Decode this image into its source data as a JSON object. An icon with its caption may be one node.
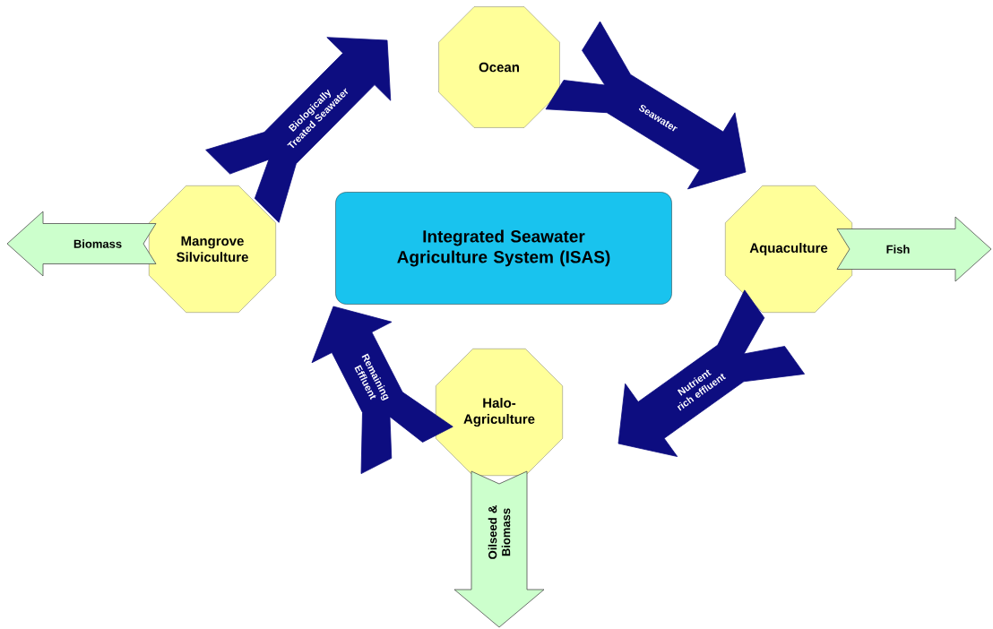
{
  "diagram": {
    "nodes": [
      {
        "text": [
          "Ocean"
        ]
      },
      {
        "text": [
          "Mangrove Silviculture"
        ]
      },
      {
        "text": [
          "Integrated Seawater Agriculture System (ISAS)"
        ]
      },
      {
        "text": [
          "Aquaculture"
        ]
      },
      {
        "text": [
          "Halo- Agriculture"
        ]
      }
    ],
    "edges": [
      {
        "from": 1,
        "to": 0,
        "arrow": "to",
        "label": "Biologically Treated Seawater"
      },
      {
        "from": 0,
        "to": 3,
        "arrow": "to",
        "label": "Seawater"
      },
      {
        "from": 3,
        "to": 4,
        "arrow": "to",
        "label": "Nutrient rich effluent"
      },
      {
        "from": 4,
        "to": 1,
        "arrow": "to",
        "label": "Remaining Effluent"
      },
      {
        "from": 1,
        "to": null,
        "arrow": "to",
        "label": "Biomass",
        "color": "#ccffcc"
      },
      {
        "from": 3,
        "to": null,
        "arrow": "to",
        "label": "Fish",
        "color": "#ccffcc"
      },
      {
        "from": 4,
        "to": null,
        "arrow": "to",
        "label": "Oilseed & Biomass",
        "color": "#ccffcc"
      }
    ]
  }
}
